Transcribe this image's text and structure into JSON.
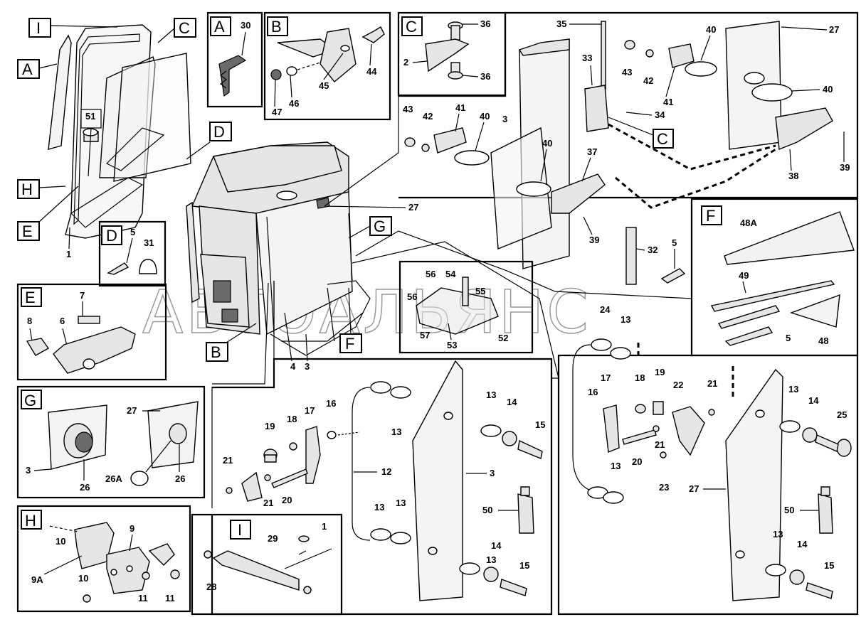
{
  "diagram": {
    "watermark": "АВТОАЛЬЯНС",
    "section_letters": [
      "A",
      "B",
      "C",
      "D",
      "E",
      "F",
      "G",
      "H",
      "I"
    ],
    "labels": {
      "main": [
        "I",
        "C",
        "A",
        "51",
        "D",
        "H",
        "E",
        "1",
        "27",
        "G",
        "B",
        "4",
        "3",
        "F"
      ],
      "A": [
        "30"
      ],
      "B": [
        "44",
        "45",
        "46",
        "47"
      ],
      "C": [
        "36",
        "2",
        "36"
      ],
      "D": [
        "5",
        "31"
      ],
      "E": [
        "7",
        "8",
        "6"
      ],
      "G": [
        "27",
        "3",
        "26",
        "26A",
        "26"
      ],
      "H": [
        "10",
        "9",
        "9A",
        "10",
        "11",
        "11"
      ],
      "I": [
        "29",
        "1",
        "28"
      ],
      "hinge": [
        "35",
        "27",
        "40",
        "43",
        "42",
        "41",
        "40",
        "33",
        "34",
        "43",
        "42",
        "41",
        "40",
        "3",
        "40",
        "37",
        "39",
        "38",
        "39",
        "32",
        "5"
      ],
      "F": [
        "48A",
        "49",
        "5",
        "48"
      ],
      "F_detail": [
        "56",
        "54",
        "56",
        "55",
        "57",
        "53",
        "52"
      ],
      "left_glass": [
        "19",
        "18",
        "17",
        "16",
        "21",
        "21",
        "20",
        "13",
        "13",
        "12",
        "13",
        "14",
        "15",
        "3",
        "50",
        "13",
        "13",
        "14",
        "15"
      ],
      "right_glass": [
        "24",
        "13",
        "17",
        "18",
        "19",
        "22",
        "21",
        "16",
        "21",
        "20",
        "23",
        "13",
        "14",
        "25",
        "13",
        "27",
        "50",
        "13",
        "14",
        "15"
      ]
    }
  }
}
